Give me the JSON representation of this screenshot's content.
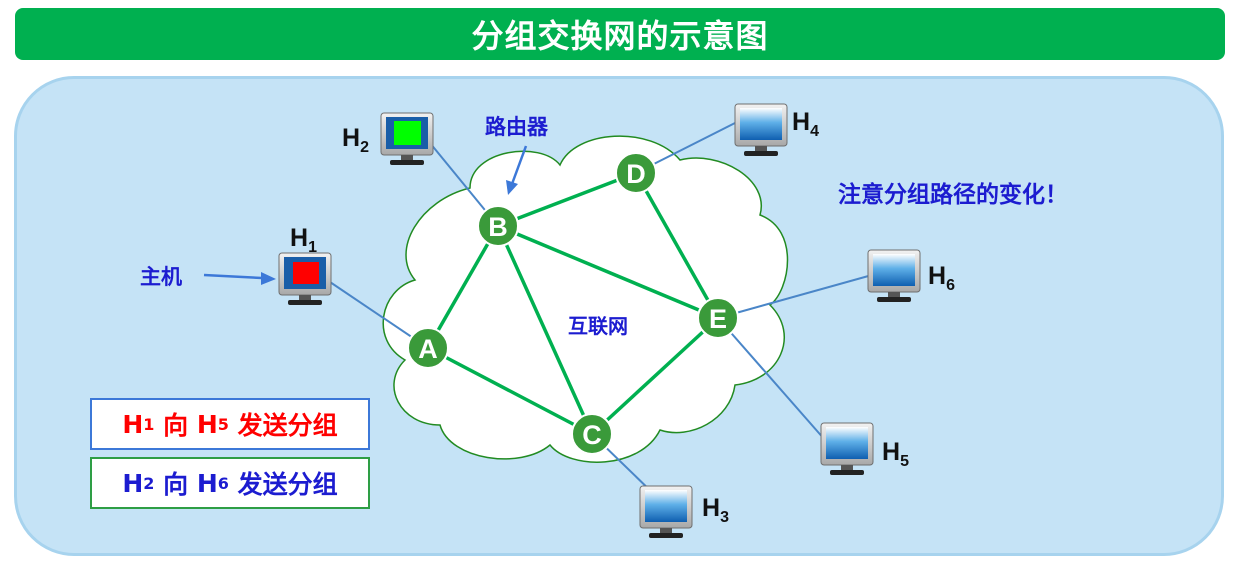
{
  "title": "分组交换网的示意图",
  "labels": {
    "router": "路由器",
    "host": "主机",
    "internet": "互联网",
    "note": "注意分组路径的变化！"
  },
  "routers": {
    "A": "A",
    "B": "B",
    "C": "C",
    "D": "D",
    "E": "E"
  },
  "hosts": {
    "H1": {
      "letter": "H",
      "sub": "1",
      "screen": "red"
    },
    "H2": {
      "letter": "H",
      "sub": "2",
      "screen": "green"
    },
    "H3": {
      "letter": "H",
      "sub": "3",
      "screen": "blue"
    },
    "H4": {
      "letter": "H",
      "sub": "4",
      "screen": "blue"
    },
    "H5": {
      "letter": "H",
      "sub": "5",
      "screen": "blue"
    },
    "H6": {
      "letter": "H",
      "sub": "6",
      "screen": "blue"
    }
  },
  "legend": {
    "red": {
      "from_letter": "H",
      "from_sub": "1",
      "dir": "向",
      "to_letter": "H",
      "to_sub": "5",
      "action": "发送分组"
    },
    "blue": {
      "from_letter": "H",
      "from_sub": "2",
      "dir": "向",
      "to_letter": "H",
      "to_sub": "6",
      "action": "发送分组"
    }
  },
  "colors": {
    "title_bg": "#00b050",
    "router_fill": "#3a9a3a",
    "link": "#00b050",
    "host_link": "#4a86c8",
    "label_blue": "#1c1cd0",
    "red": "#ff0000",
    "screen_red": "#ff0000",
    "screen_green": "#00ff00"
  }
}
